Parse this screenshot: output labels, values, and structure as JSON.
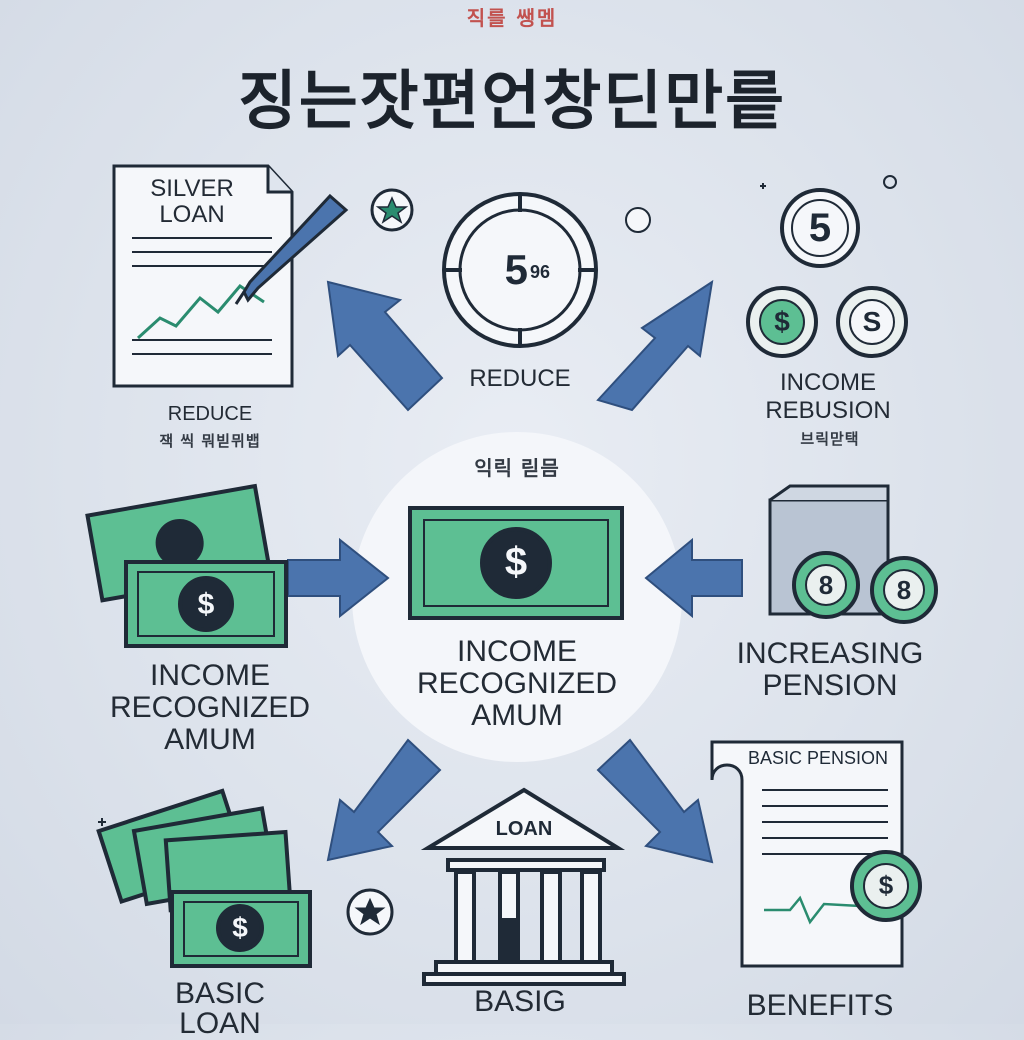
{
  "header": {
    "supertitle": "직를 쌩멤",
    "title": "징는잣편언창딘만릍"
  },
  "center": {
    "korean_tag": "익릭 릳믐",
    "label_lines": [
      "INCOME",
      "RECOGNIZED",
      "AMUM"
    ],
    "dollar_glyph": "$"
  },
  "top_left": {
    "doc_title_lines": [
      "SILVER",
      "LOAN"
    ],
    "caption": "REDUCE",
    "korean_caption": "잭 씩 뭐빋뮈뱁"
  },
  "top_center": {
    "clock_value": "5",
    "clock_extra": "96",
    "caption": "REDUCE"
  },
  "top_right": {
    "coin_top": "5",
    "coin_left": "$",
    "coin_right": "S",
    "caption_lines": [
      "INCOME",
      "REBUSION"
    ],
    "korean_caption": "브릭맏택"
  },
  "mid_left": {
    "dollar_glyph": "$",
    "caption_lines": [
      "INCOME",
      "RECOGNIZED",
      "AMUM"
    ]
  },
  "mid_right": {
    "coin_a": "8",
    "coin_b": "8",
    "caption_lines": [
      "INCREASING",
      "PENSION"
    ]
  },
  "bottom_left": {
    "dollar_glyph": "$",
    "caption_lines": [
      "BASIC",
      "LOAN"
    ]
  },
  "bottom_center": {
    "building_label": "LOAN",
    "caption": "BASIG"
  },
  "bottom_right": {
    "doc_title": "BASIC PENSION",
    "coin": "$",
    "caption": "BENEFITS"
  },
  "colors": {
    "arrow_blue": "#4b74ad",
    "money_green": "#5dbf93",
    "outline": "#1f2a37",
    "coin_fill": "#eaf0ef"
  }
}
